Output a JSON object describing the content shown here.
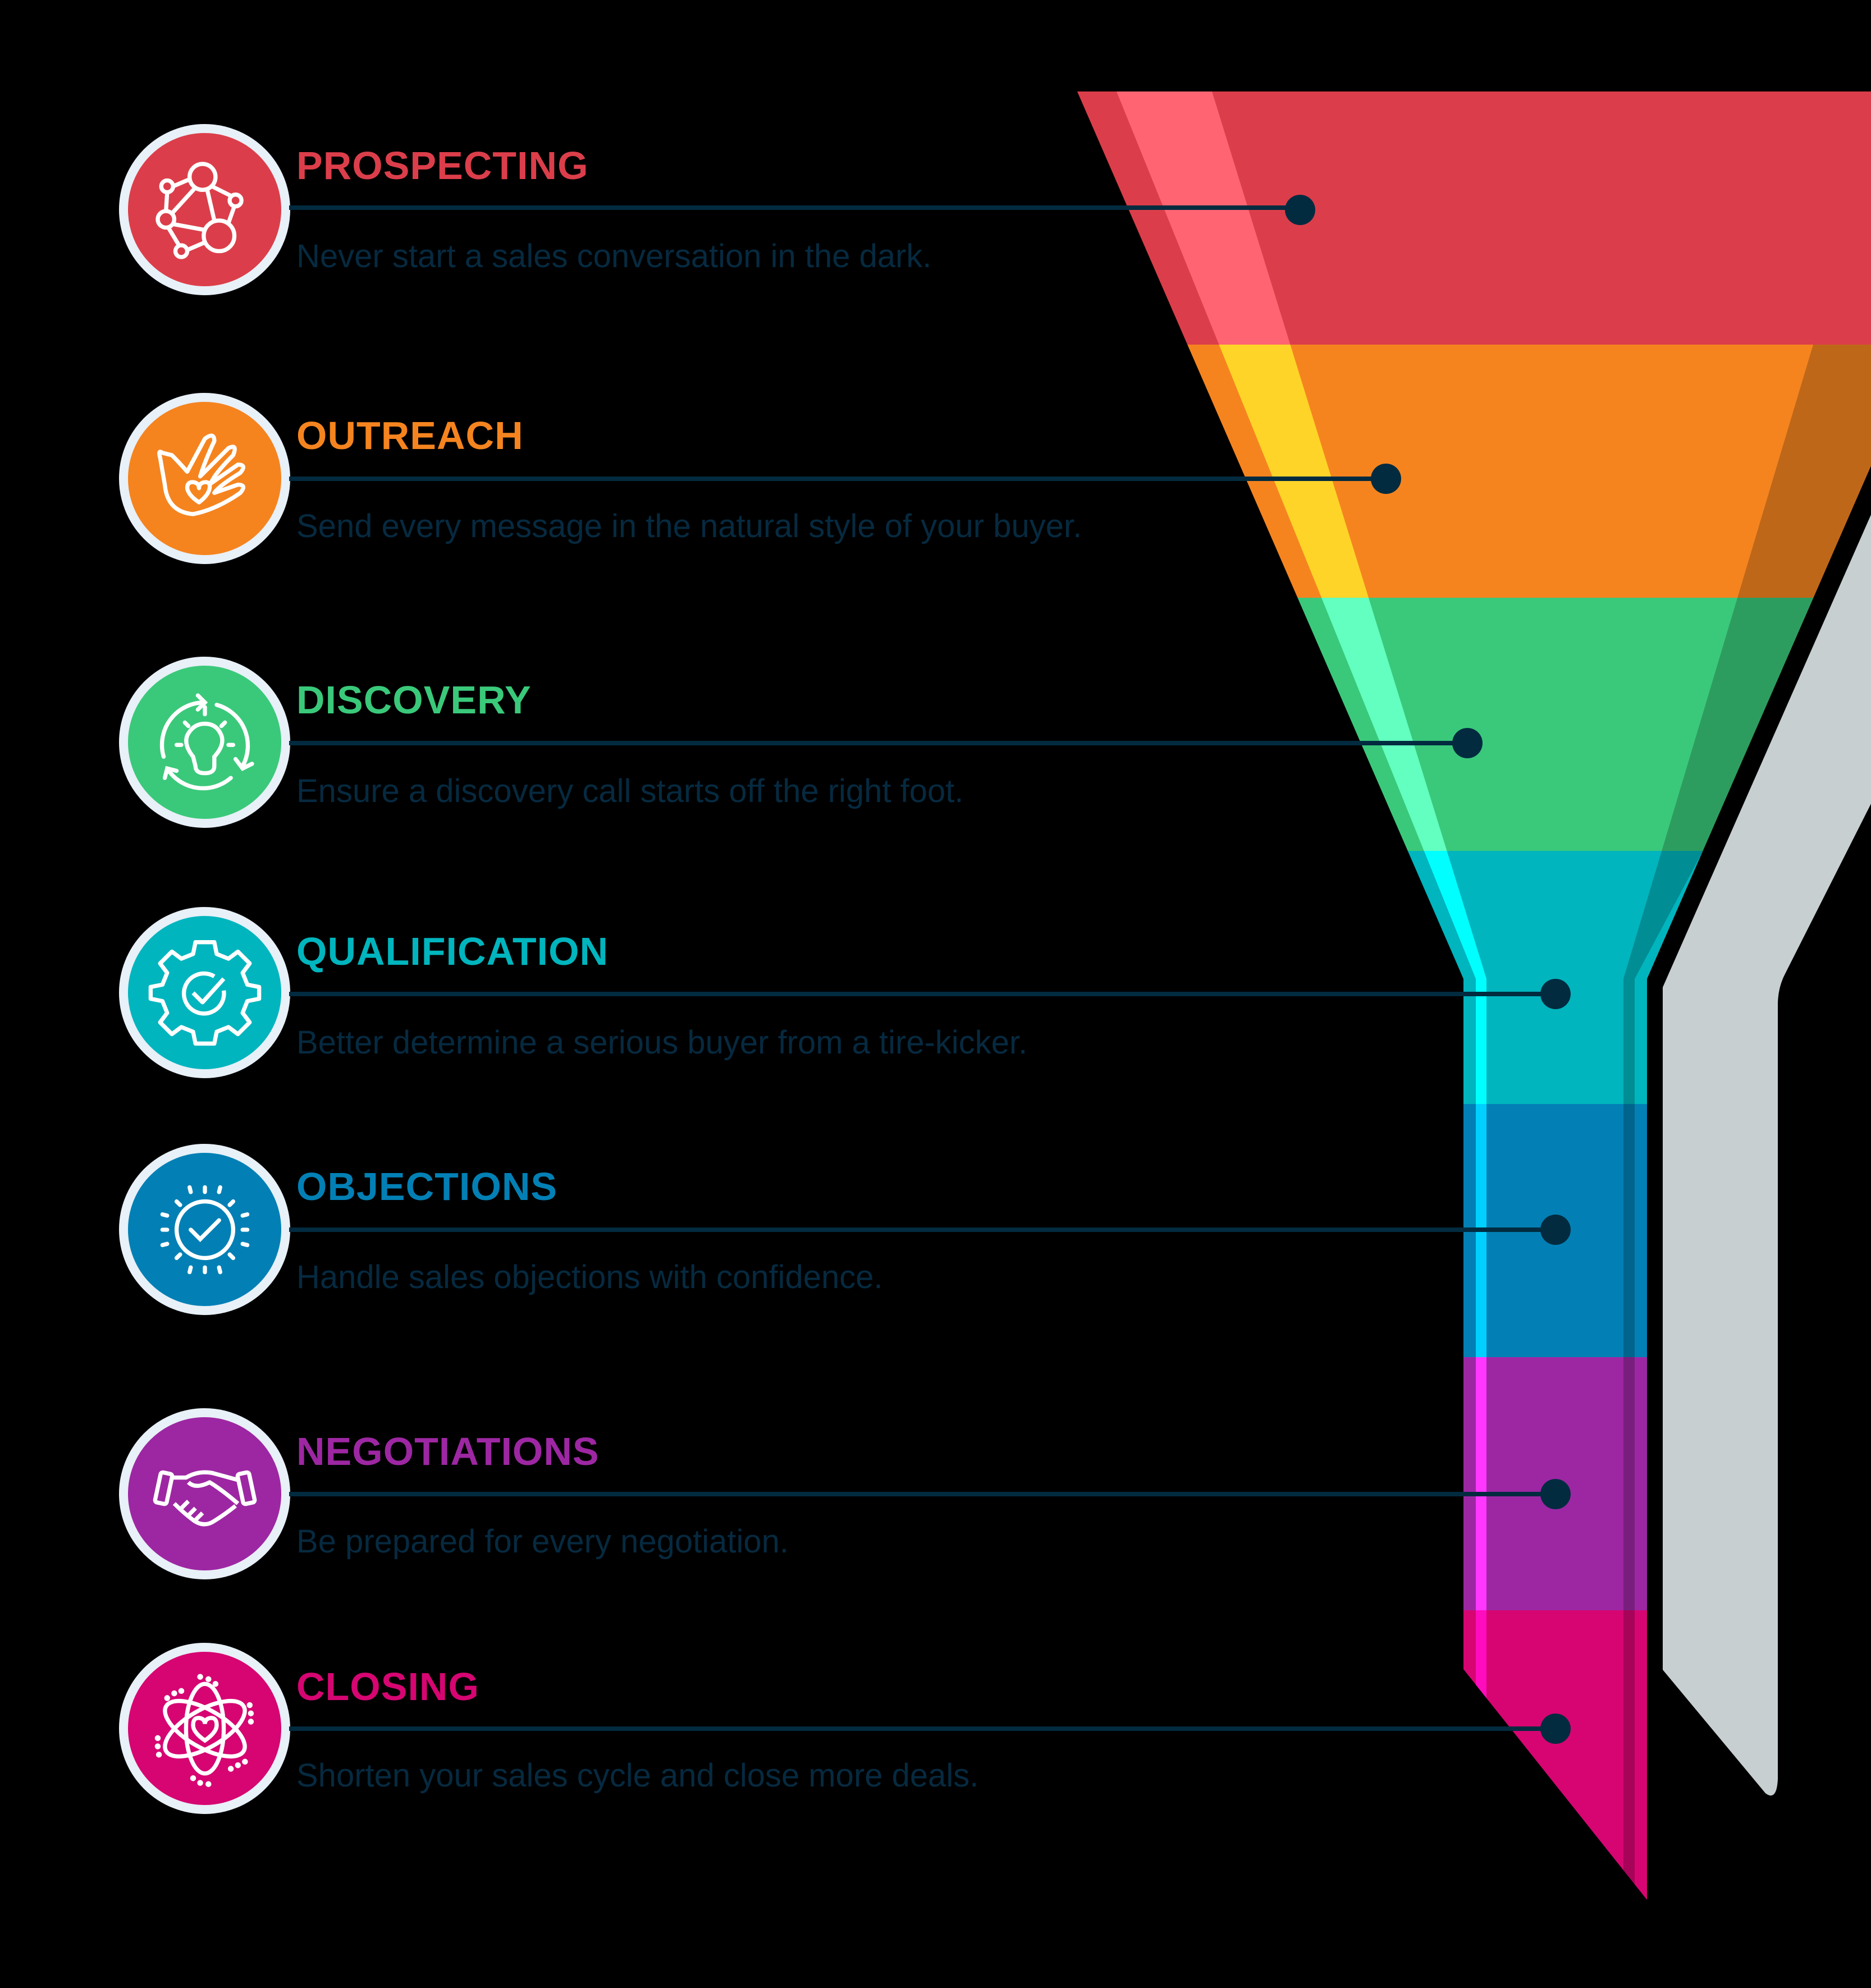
{
  "diagram": {
    "type": "sales-funnel",
    "connector_color": "#022B40",
    "description_color": "#062A40",
    "ring_color": "#E8F0F8",
    "background": "#000000",
    "side_bar_color": "#C7CFD1"
  },
  "stages": [
    {
      "title": "PROSPECTING",
      "description": "Never start a sales conversation in the dark.",
      "icon": "network-nodes-icon",
      "color": "#DB3E4A",
      "highlight": "#FF6473"
    },
    {
      "title": "OUTREACH",
      "description": "Send every message in the natural style of your buyer.",
      "icon": "hand-heart-icon",
      "color": "#F5841F",
      "highlight": "#FFD428"
    },
    {
      "title": "DISCOVERY",
      "description": "Ensure a discovery call starts off the right foot.",
      "icon": "lightbulb-cycle-icon",
      "color": "#3AC97A",
      "highlight": "#62FFC0"
    },
    {
      "title": "QUALIFICATION",
      "description": "Better determine a serious buyer from a tire-kicker.",
      "icon": "gear-check-icon",
      "color": "#00B5BE",
      "highlight": "#00FFFF"
    },
    {
      "title": "OBJECTIONS",
      "description": "Handle sales objections with confidence.",
      "icon": "check-badge-icon",
      "color": "#0280B5",
      "highlight": "#00D0FF"
    },
    {
      "title": "NEGOTIATIONS",
      "description": "Be prepared for every negotiation.",
      "icon": "handshake-icon",
      "color": "#9D27A2",
      "highlight": "#FF37FF"
    },
    {
      "title": "CLOSING",
      "description": "Shorten your sales cycle and close more deals.",
      "icon": "atom-heart-icon",
      "color": "#D60572",
      "highlight": "#FF0CBE"
    }
  ]
}
